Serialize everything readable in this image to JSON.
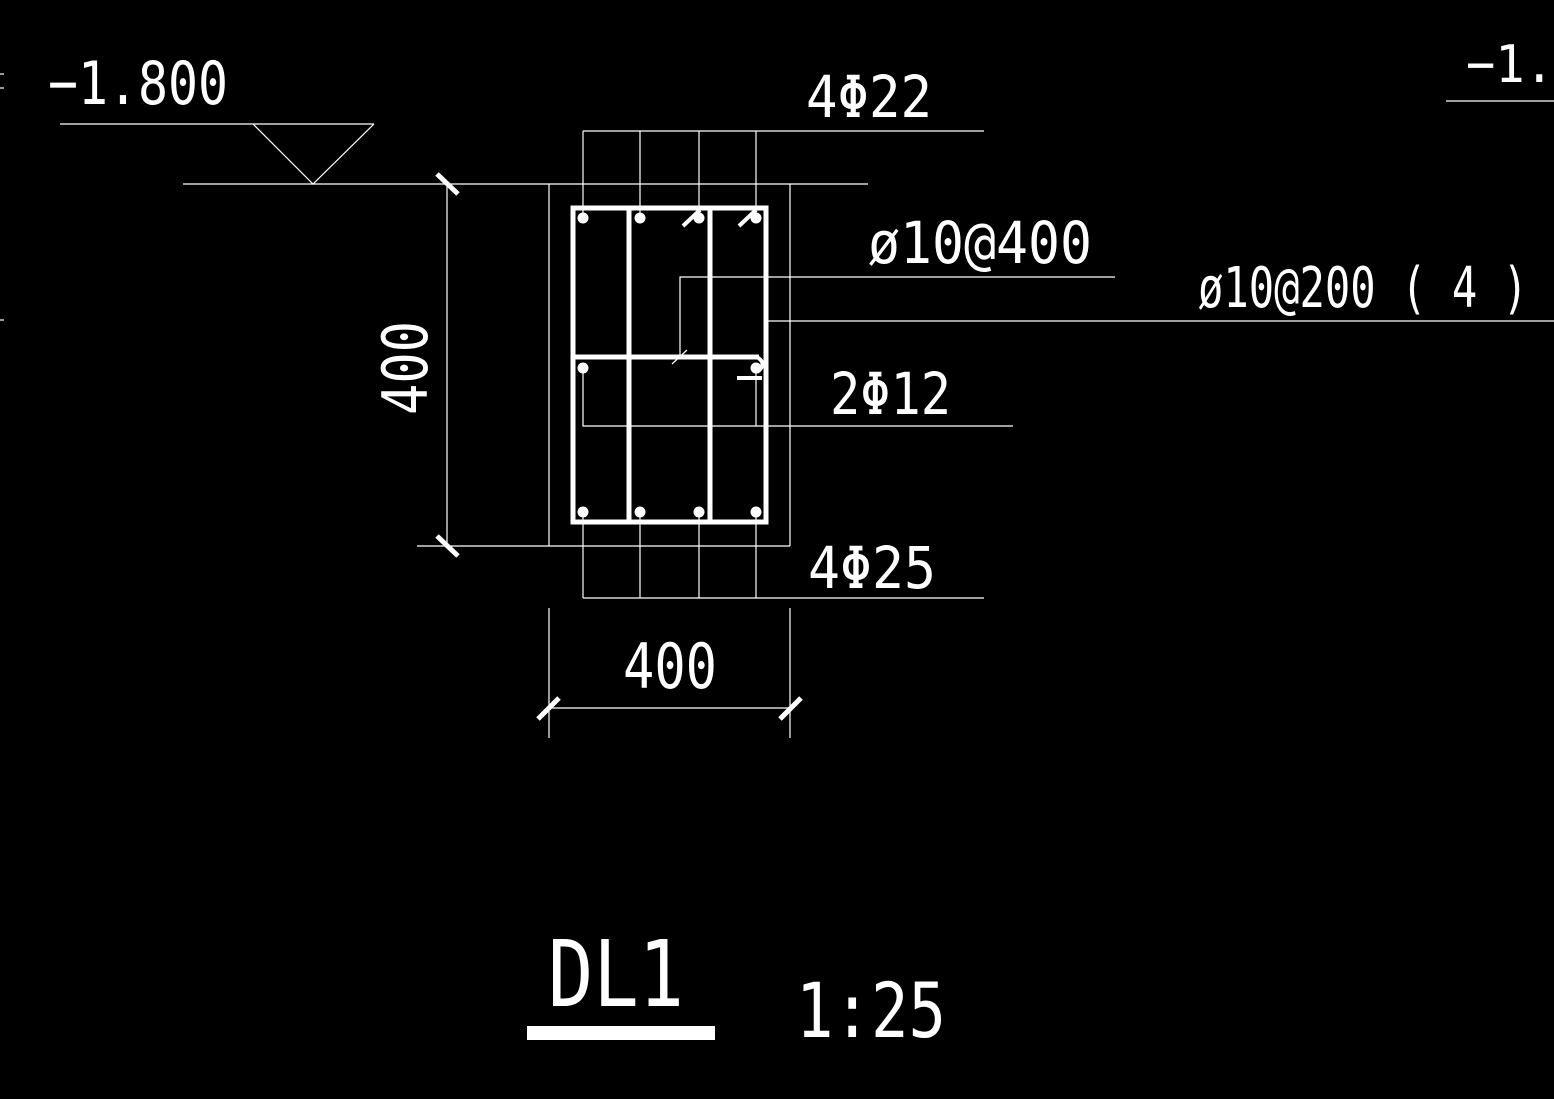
{
  "drawing": {
    "elevation_label": "−1.800",
    "elevation_label_partial": "−1.",
    "top_bars_label": "4Φ22",
    "stirrup_tie_label": "ø10@400",
    "stirrup_main_label": "ø10@200 ( 4 )",
    "side_bars_label": "2Φ12",
    "bottom_bars_label": "4Φ25",
    "height_dim": "400",
    "width_dim": "400",
    "title": "DL1",
    "scale": "1:25"
  },
  "colors": {
    "background": "#000000",
    "lines": "#ffffff"
  }
}
